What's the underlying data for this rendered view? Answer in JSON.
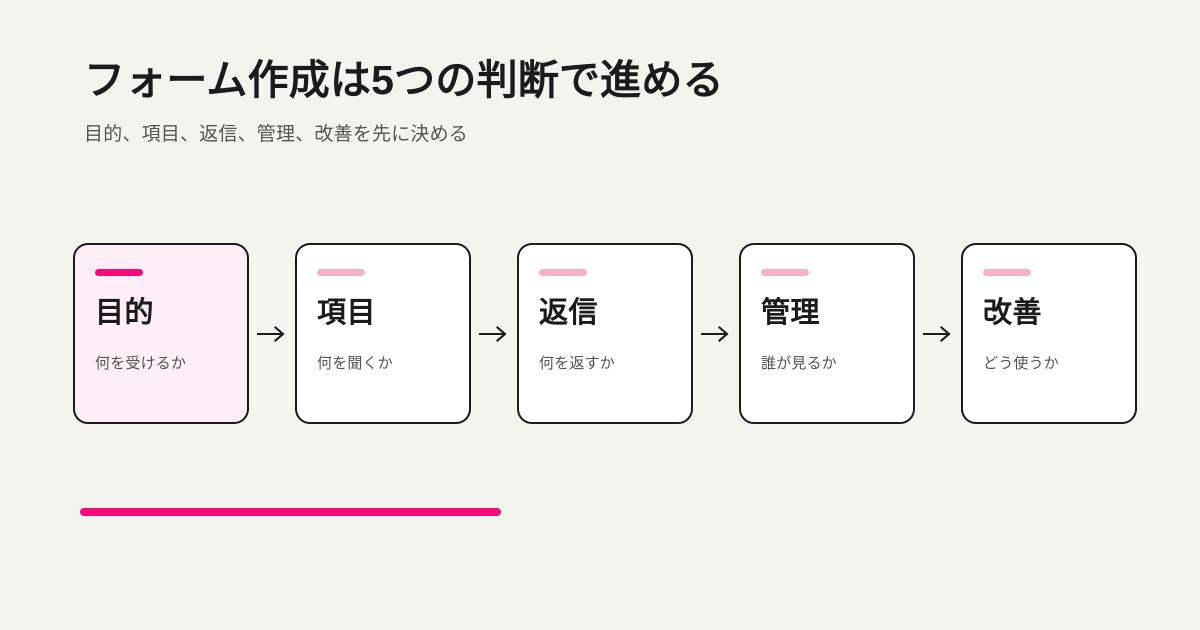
{
  "theme": {
    "background": "#f3f4ed",
    "ink": "#1b1b1b",
    "muted": "#55564f",
    "accent": "#f50a78",
    "accent_soft": "#f8afca",
    "card_bg": "#ffffff",
    "card_bg_active": "#fdeff5"
  },
  "header": {
    "title": "フォーム作成は5つの判断で進める",
    "subtitle": "目的、項目、返信、管理、改善を先に決める"
  },
  "flow": {
    "arrow_glyph": "→",
    "steps": [
      {
        "label": "目的",
        "note": "何を受けるか",
        "active": true
      },
      {
        "label": "項目",
        "note": "何を聞くか",
        "active": false
      },
      {
        "label": "返信",
        "note": "何を返すか",
        "active": false
      },
      {
        "label": "管理",
        "note": "誰が見るか",
        "active": false
      },
      {
        "label": "改善",
        "note": "どう使うか",
        "active": false
      }
    ]
  },
  "footer": {
    "rule_color": "#f50a78"
  }
}
